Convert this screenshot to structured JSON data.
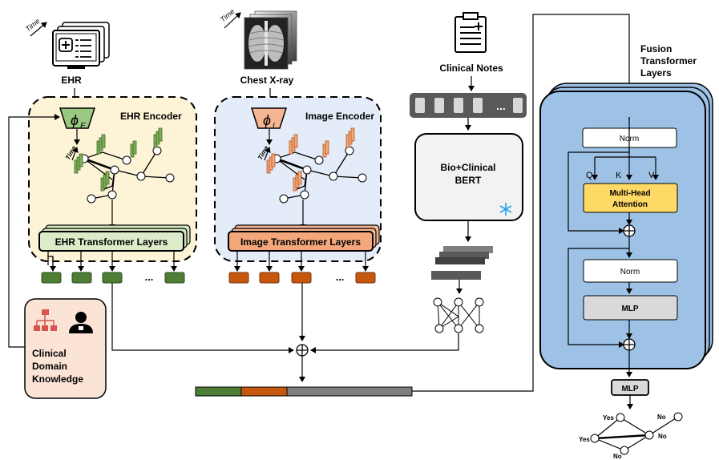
{
  "labels": {
    "time": "Time",
    "ehr": "EHR",
    "chest_xray": "Chest X-ray",
    "clinical_notes": "Clinical Notes",
    "fusion_title_1": "Fusion",
    "fusion_title_2": "Transformer",
    "fusion_title_3": "Layers",
    "ehr_encoder": "EHR Encoder",
    "image_encoder": "Image Encoder",
    "phi_e": "ϕ",
    "phi_e_sub": "E",
    "phi_i": "ϕ",
    "phi_i_sub": "I",
    "ehr_transformer": "EHR Transformer Layers",
    "image_transformer": "Image Transformer Layers",
    "bert_1": "Bio+Clinical",
    "bert_2": "BERT",
    "ellipsis": "...",
    "ellipsis_notes": "...",
    "domain_1": "Clinical",
    "domain_2": "Domain",
    "domain_3": "Knowledge",
    "norm_top": "Norm",
    "q": "Q",
    "k": "K",
    "v": "V",
    "mha_1": "Multi-Head",
    "mha_2": "Attention",
    "norm_bottom": "Norm",
    "mlp_inner": "MLP",
    "mlp_out": "MLP",
    "yes1": "Yes",
    "yes2": "Yes",
    "no1": "No",
    "no2": "No",
    "no3": "No",
    "oplus": "⊕"
  },
  "colors": {
    "ehr_bg": "#fdf3d6",
    "image_bg": "#e3ecf8",
    "ehr_token": "#4e7e36",
    "image_token": "#c5570f",
    "ehr_bar": "#dcecc8",
    "image_bar": "#f6b694",
    "fusion_bg": "#9dc2e6",
    "mha": "#ffd966",
    "domain_bg": "#fbe3d6",
    "note_token": "#d8d8d8",
    "gray_box": "#d9d9d9",
    "snow": "#1aa2e6"
  },
  "icons": [
    "computer-monitor-icon",
    "xray-image-icon",
    "clipboard-icon",
    "hierarchy-icon",
    "doctor-icon",
    "snowflake-icon"
  ]
}
